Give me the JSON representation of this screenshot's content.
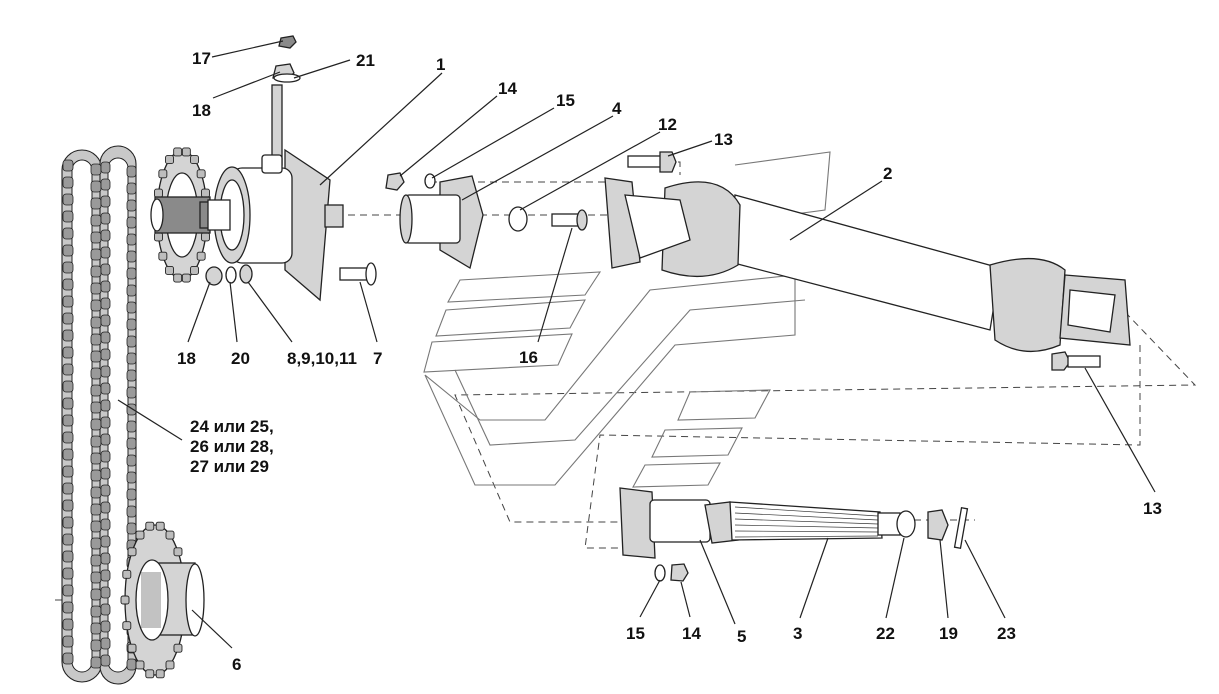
{
  "diagram": {
    "labels": [
      {
        "id": "l17",
        "text": "17"
      },
      {
        "id": "l21",
        "text": "21"
      },
      {
        "id": "l18top",
        "text": "18"
      },
      {
        "id": "l1",
        "text": "1"
      },
      {
        "id": "l14top",
        "text": "14"
      },
      {
        "id": "l15top",
        "text": "15"
      },
      {
        "id": "l4",
        "text": "4"
      },
      {
        "id": "l12",
        "text": "12"
      },
      {
        "id": "l13top",
        "text": "13"
      },
      {
        "id": "l2",
        "text": "2"
      },
      {
        "id": "l18bot",
        "text": "18"
      },
      {
        "id": "l20",
        "text": "20"
      },
      {
        "id": "l8",
        "text": "8,9,10,11"
      },
      {
        "id": "l7",
        "text": "7"
      },
      {
        "id": "l16",
        "text": "16"
      },
      {
        "id": "lchain1",
        "text": "24 или 25,"
      },
      {
        "id": "lchain2",
        "text": "26 или 28,"
      },
      {
        "id": "lchain3",
        "text": "27 или 29"
      },
      {
        "id": "l13right",
        "text": "13"
      },
      {
        "id": "l15bot",
        "text": "15"
      },
      {
        "id": "l14bot",
        "text": "14"
      },
      {
        "id": "l5",
        "text": "5"
      },
      {
        "id": "l3",
        "text": "3"
      },
      {
        "id": "l22",
        "text": "22"
      },
      {
        "id": "l19",
        "text": "19"
      },
      {
        "id": "l23",
        "text": "23"
      },
      {
        "id": "l6",
        "text": "6"
      }
    ]
  }
}
